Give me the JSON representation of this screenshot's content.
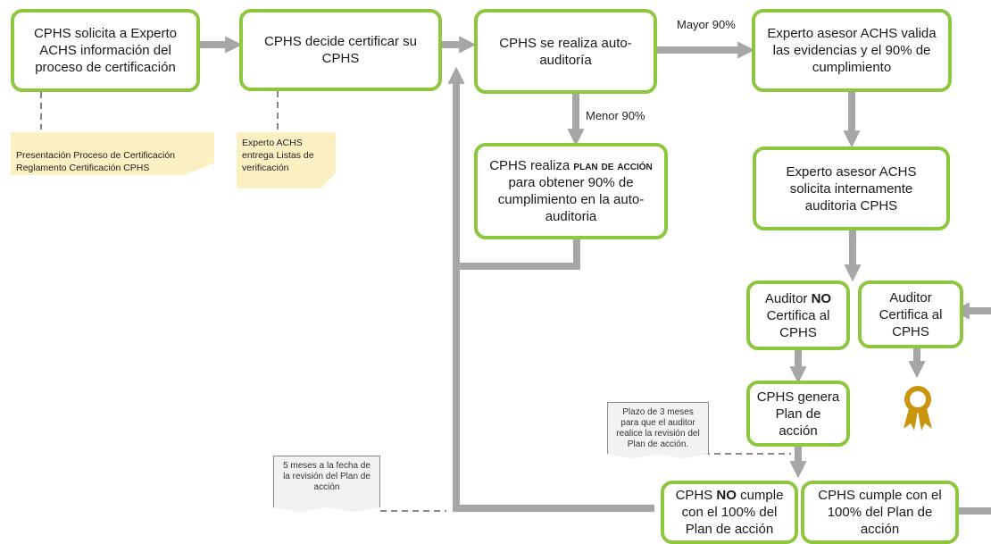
{
  "boxes": {
    "b1": "CPHS solicita a Experto ACHS información del proceso de certificación",
    "b2": "CPHS decide certificar su CPHS",
    "b3": "CPHS se realiza auto-auditoría",
    "b4": "Experto asesor ACHS valida las evidencias y el 90% de cumplimiento",
    "b5": {
      "pre": "CPHS realiza ",
      "em": "plan de acción",
      "post": " para obtener 90% de cumplimiento en la auto-auditoria"
    },
    "b6": "Experto asesor ACHS solicita internamente auditoria CPHS",
    "b7": {
      "pre": "Auditor ",
      "em": "NO",
      "post": " Certifica al CPHS"
    },
    "b8": "Auditor Certifica al CPHS",
    "b9": "CPHS genera Plan de acción",
    "b10": {
      "pre": "CPHS ",
      "em": "NO",
      "post": " cumple con el 100% del Plan de acción"
    },
    "b11": "CPHS cumple con el 100% del Plan de acción"
  },
  "labels": {
    "mayor": "Mayor 90%",
    "menor": "Menor 90%"
  },
  "notes": {
    "n1": "Presentación Proceso de Certificación\nReglamento  Certificación CPHS",
    "n2": "Experto ACHS entrega Listas de verificación",
    "d1": "Plazo de 3 meses para que el auditor realice la revisión del Plan de acción.",
    "d2": "5 meses a la fecha de la revisión del Plan de acción"
  },
  "colors": {
    "box_border": "#8dc63f",
    "arrow": "#a6a6a6",
    "note_bg": "#fbf0c2",
    "award": "#c9950e"
  },
  "icons": [
    "award-ribbon-icon"
  ]
}
